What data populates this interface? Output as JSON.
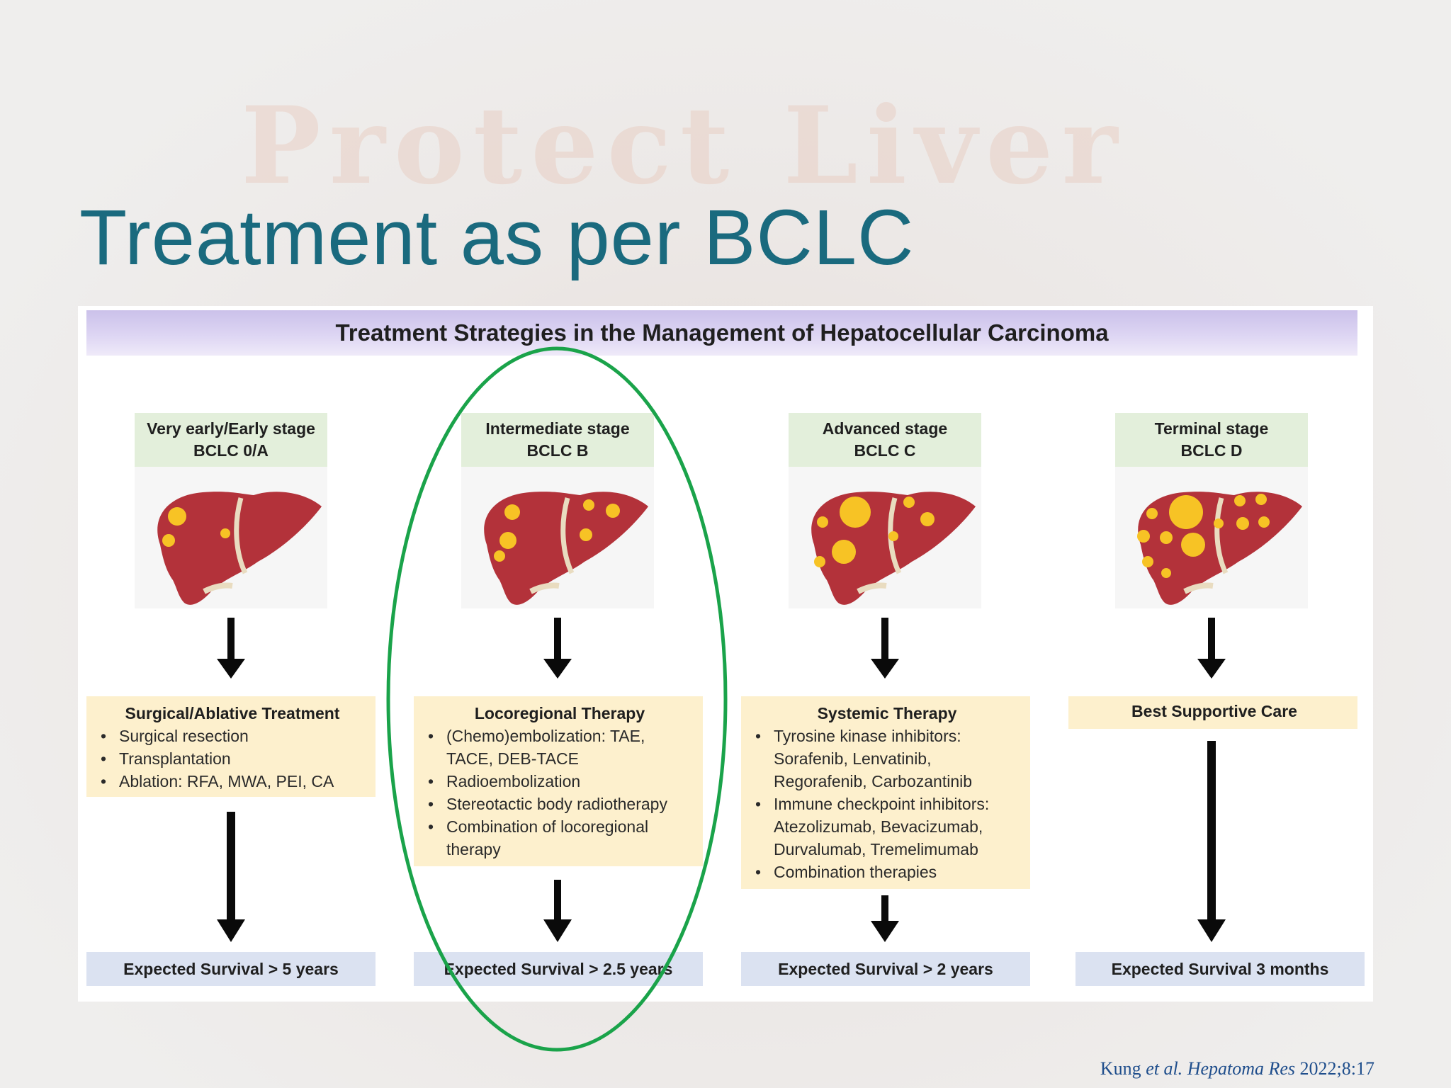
{
  "watermark": "Protect Liver",
  "slide": {
    "title": "Treatment as per BCLC"
  },
  "panel": {
    "header": "Treatment Strategies in the Management of Hepatocellular Carcinoma"
  },
  "stages": [
    {
      "label_line1": "Very early/Early stage",
      "label_line2": "BCLC 0/A",
      "treatment_title": "Surgical/Ablative Treatment",
      "treatment_items": [
        "Surgical resection",
        "Transplantation",
        "Ablation: RFA, MWA, PEI, CA"
      ],
      "survival": "Expected Survival > 5 years"
    },
    {
      "label_line1": "Intermediate stage",
      "label_line2": "BCLC B",
      "treatment_title": "Locoregional Therapy",
      "treatment_items": [
        "(Chemo)embolization: TAE, TACE, DEB-TACE",
        "Radioembolization",
        "Stereotactic body radiotherapy",
        "Combination of locoregional therapy"
      ],
      "survival": "Expected Survival > 2.5 years"
    },
    {
      "label_line1": "Advanced stage",
      "label_line2": "BCLC C",
      "treatment_title": "Systemic Therapy",
      "treatment_items": [
        "Tyrosine kinase inhibitors: Sorafenib, Lenvatinib, Regorafenib, Carbozantinib",
        "Immune checkpoint inhibitors: Atezolizumab, Bevacizumab, Durvalumab, Tremelimumab",
        "Combination therapies"
      ],
      "survival": "Expected Survival > 2 years"
    },
    {
      "label_line1": "Terminal stage",
      "label_line2": "BCLC D",
      "treatment_title": "Best Supportive Care",
      "treatment_items": [],
      "survival": "Expected Survival 3 months"
    }
  ],
  "highlight": {
    "color": "#1aa34a"
  },
  "colors": {
    "title": "#1a6a7e",
    "liver": "#b3323a",
    "tumor": "#f7c325",
    "stage_label_bg": "#e3efdb",
    "treatment_bg": "#fdf0cd",
    "survival_bg": "#dbe2f1",
    "header_bg": "#cbc1ea"
  },
  "citation": {
    "authors": "Kung",
    "etal": "et al.",
    "journal": "Hepatoma Res",
    "ref": "2022;8:17"
  }
}
